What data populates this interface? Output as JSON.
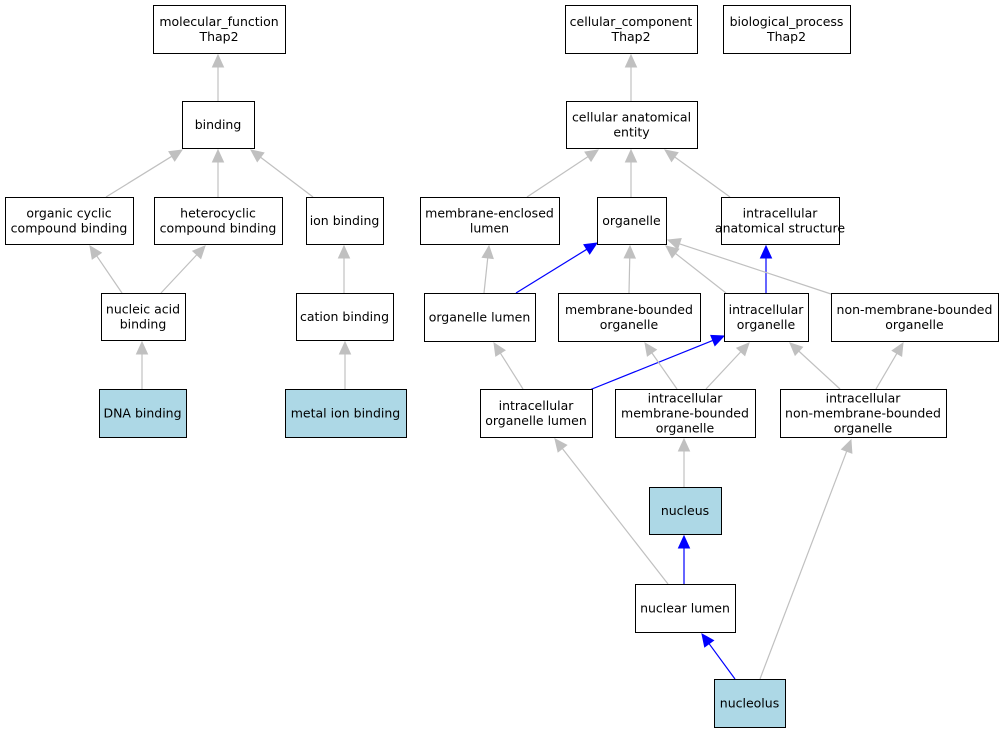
{
  "colors": {
    "edge_default": "#c0c0c0",
    "edge_highlight": "#0000ff",
    "node_fill": "#ffffff",
    "node_highlight_fill": "#add8e6",
    "node_border": "#000000"
  },
  "nodes": [
    {
      "id": "mf",
      "lines": [
        "molecular_function",
        "Thap2"
      ],
      "highlight": false
    },
    {
      "id": "binding",
      "lines": [
        "binding"
      ],
      "highlight": false
    },
    {
      "id": "ocb",
      "lines": [
        "organic cyclic",
        "compound binding"
      ],
      "highlight": false
    },
    {
      "id": "hcb",
      "lines": [
        "heterocyclic",
        "compound binding"
      ],
      "highlight": false
    },
    {
      "id": "ionb",
      "lines": [
        "ion binding"
      ],
      "highlight": false
    },
    {
      "id": "nab",
      "lines": [
        "nucleic acid",
        "binding"
      ],
      "highlight": false
    },
    {
      "id": "cationb",
      "lines": [
        "cation binding"
      ],
      "highlight": false
    },
    {
      "id": "dnab",
      "lines": [
        "DNA binding"
      ],
      "highlight": true
    },
    {
      "id": "metalb",
      "lines": [
        "metal ion binding"
      ],
      "highlight": true
    },
    {
      "id": "cc",
      "lines": [
        "cellular_component",
        "Thap2"
      ],
      "highlight": false
    },
    {
      "id": "bp",
      "lines": [
        "biological_process",
        "Thap2"
      ],
      "highlight": false
    },
    {
      "id": "cae",
      "lines": [
        "cellular anatomical",
        "entity"
      ],
      "highlight": false
    },
    {
      "id": "mel",
      "lines": [
        "membrane-enclosed",
        "lumen"
      ],
      "highlight": false
    },
    {
      "id": "organelle",
      "lines": [
        "organelle"
      ],
      "highlight": false
    },
    {
      "id": "ias",
      "lines": [
        "intracellular",
        "anatomical structure"
      ],
      "highlight": false
    },
    {
      "id": "olumen",
      "lines": [
        "organelle lumen"
      ],
      "highlight": false
    },
    {
      "id": "mbo",
      "lines": [
        "membrane-bounded",
        "organelle"
      ],
      "highlight": false
    },
    {
      "id": "io",
      "lines": [
        "intracellular",
        "organelle"
      ],
      "highlight": false
    },
    {
      "id": "nmbo",
      "lines": [
        "non-membrane-bounded",
        "organelle"
      ],
      "highlight": false
    },
    {
      "id": "iol",
      "lines": [
        "intracellular",
        "organelle lumen"
      ],
      "highlight": false
    },
    {
      "id": "imbo",
      "lines": [
        "intracellular",
        "membrane-bounded",
        "organelle"
      ],
      "highlight": false
    },
    {
      "id": "inmbo",
      "lines": [
        "intracellular",
        "non-membrane-bounded",
        "organelle"
      ],
      "highlight": false
    },
    {
      "id": "nucleus",
      "lines": [
        "nucleus"
      ],
      "highlight": true
    },
    {
      "id": "nlumen",
      "lines": [
        "nuclear lumen"
      ],
      "highlight": false
    },
    {
      "id": "nucleolus",
      "lines": [
        "nucleolus"
      ],
      "highlight": true
    }
  ],
  "edges": [
    {
      "from": "binding",
      "to": "mf",
      "highlight": false
    },
    {
      "from": "ocb",
      "to": "binding",
      "highlight": false
    },
    {
      "from": "hcb",
      "to": "binding",
      "highlight": false
    },
    {
      "from": "ionb",
      "to": "binding",
      "highlight": false
    },
    {
      "from": "nab",
      "to": "ocb",
      "highlight": false
    },
    {
      "from": "nab",
      "to": "hcb",
      "highlight": false
    },
    {
      "from": "cationb",
      "to": "ionb",
      "highlight": false
    },
    {
      "from": "dnab",
      "to": "nab",
      "highlight": false
    },
    {
      "from": "metalb",
      "to": "cationb",
      "highlight": false
    },
    {
      "from": "cae",
      "to": "cc",
      "highlight": false
    },
    {
      "from": "mel",
      "to": "cae",
      "highlight": false
    },
    {
      "from": "organelle",
      "to": "cae",
      "highlight": false
    },
    {
      "from": "ias",
      "to": "cae",
      "highlight": false
    },
    {
      "from": "olumen",
      "to": "mel",
      "highlight": false
    },
    {
      "from": "olumen",
      "to": "organelle",
      "highlight": true
    },
    {
      "from": "mbo",
      "to": "organelle",
      "highlight": false
    },
    {
      "from": "io",
      "to": "organelle",
      "highlight": false
    },
    {
      "from": "io",
      "to": "ias",
      "highlight": true
    },
    {
      "from": "nmbo",
      "to": "organelle",
      "highlight": false
    },
    {
      "from": "iol",
      "to": "olumen",
      "highlight": false
    },
    {
      "from": "iol",
      "to": "io",
      "highlight": true
    },
    {
      "from": "imbo",
      "to": "mbo",
      "highlight": false
    },
    {
      "from": "imbo",
      "to": "io",
      "highlight": false
    },
    {
      "from": "inmbo",
      "to": "io",
      "highlight": false
    },
    {
      "from": "inmbo",
      "to": "nmbo",
      "highlight": false
    },
    {
      "from": "nucleus",
      "to": "imbo",
      "highlight": false
    },
    {
      "from": "nlumen",
      "to": "iol",
      "highlight": false
    },
    {
      "from": "nlumen",
      "to": "nucleus",
      "highlight": true
    },
    {
      "from": "nucleolus",
      "to": "nlumen",
      "highlight": true
    },
    {
      "from": "nucleolus",
      "to": "inmbo",
      "highlight": false
    }
  ]
}
